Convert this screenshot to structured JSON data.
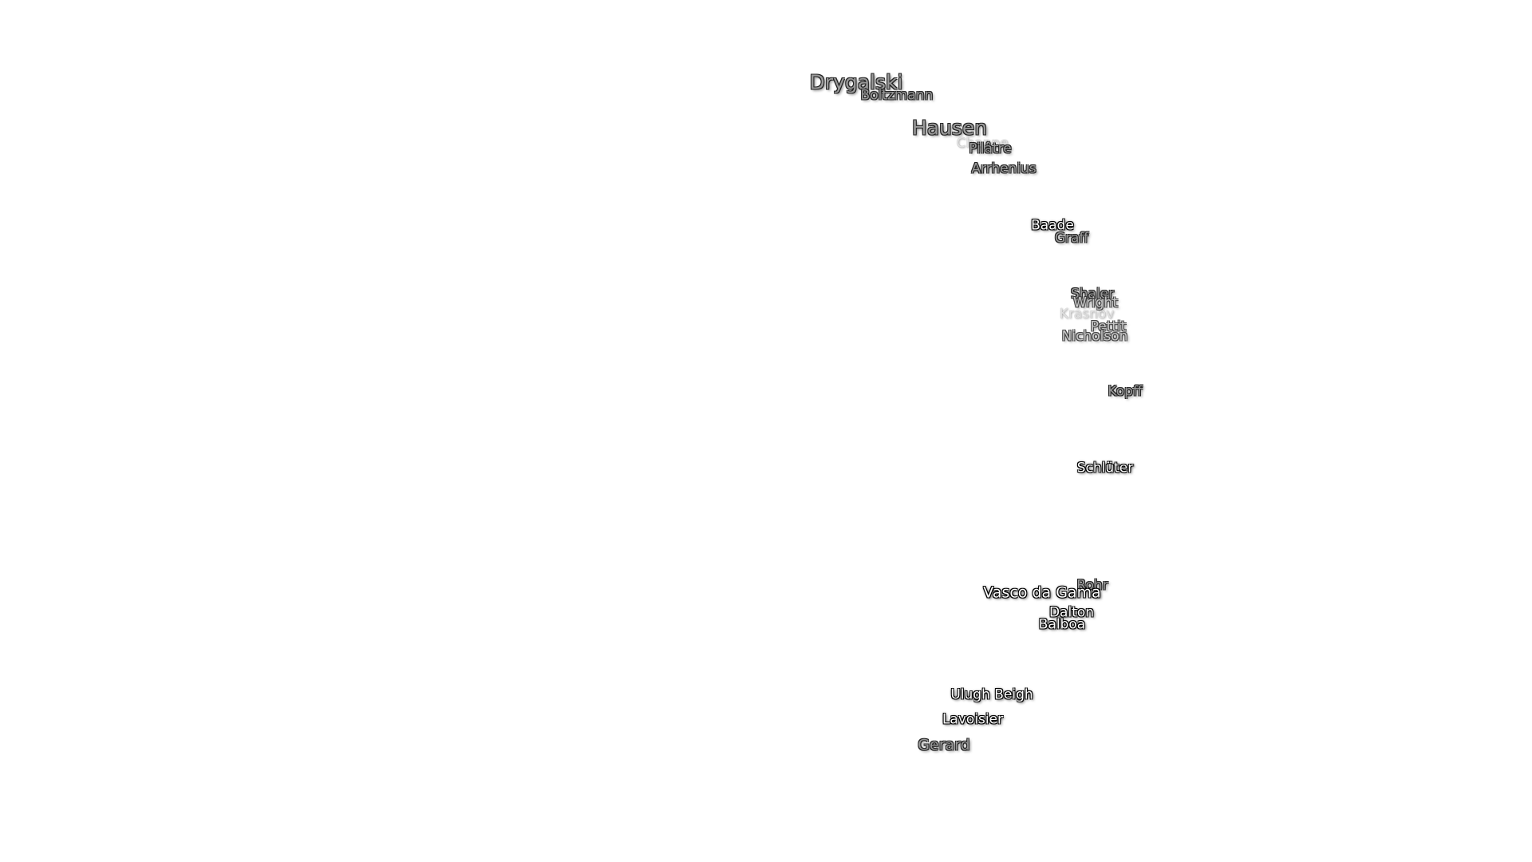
{
  "map": {
    "labels": {
      "drygalski": "Drygalski",
      "boltzmann": "Boltzmann",
      "hausen": "Hausen",
      "chappe": "Chappe",
      "pilatre": "Pilâtre",
      "arrhenius": "Arrhenius",
      "baade": "Baade",
      "graff": "Graff",
      "shaler": "Shaler",
      "wright": "Wright",
      "krasnov": "Krasnov",
      "pettit": "Pettit",
      "nicholson": "Nicholson",
      "kopff": "Kopff",
      "schluter": "Schlüter",
      "rohr": "Rohr",
      "vasco_da_gama": "Vasco da Gama",
      "dalton": "Dalton",
      "balboa": "Balboa",
      "ulugh_beigh": "Ulugh Beigh",
      "lavoisier": "Lavoisier",
      "gerard": "Gerard"
    }
  }
}
